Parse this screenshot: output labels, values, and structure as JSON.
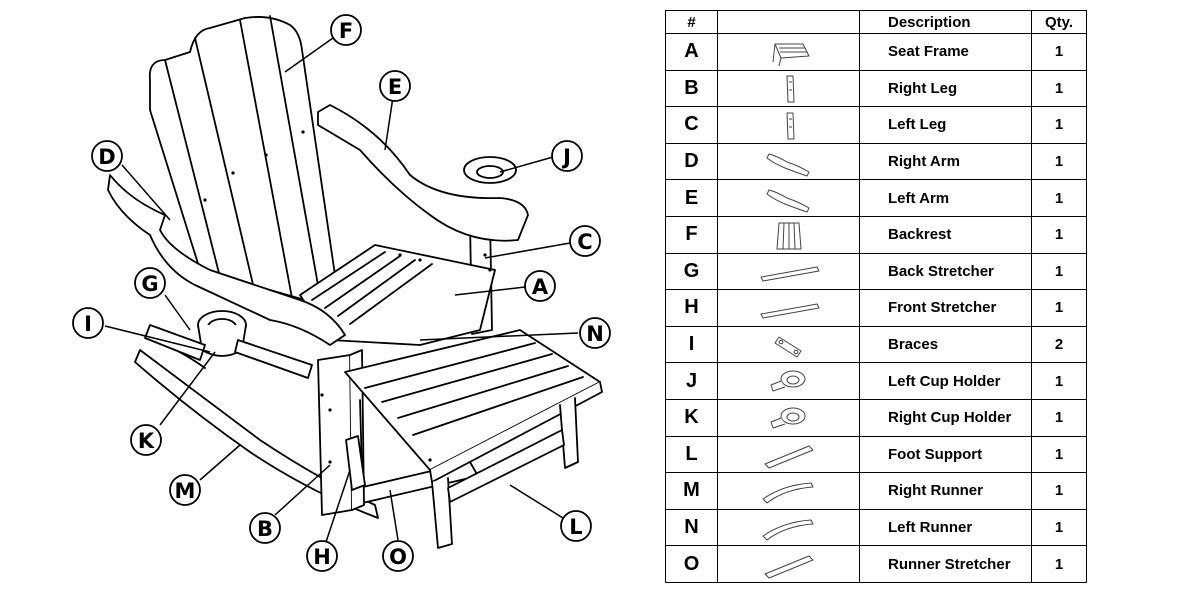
{
  "diagram": {
    "callouts": [
      {
        "id": "F",
        "label": "F"
      },
      {
        "id": "E",
        "label": "E"
      },
      {
        "id": "J",
        "label": "J"
      },
      {
        "id": "D",
        "label": "D"
      },
      {
        "id": "C",
        "label": "C"
      },
      {
        "id": "G",
        "label": "G"
      },
      {
        "id": "A",
        "label": "A"
      },
      {
        "id": "I",
        "label": "I"
      },
      {
        "id": "N",
        "label": "N"
      },
      {
        "id": "K",
        "label": "K"
      },
      {
        "id": "M",
        "label": "M"
      },
      {
        "id": "B",
        "label": "B"
      },
      {
        "id": "H",
        "label": "H"
      },
      {
        "id": "O",
        "label": "O"
      },
      {
        "id": "L",
        "label": "L"
      }
    ]
  },
  "table": {
    "headers": {
      "id": "#",
      "icon": "",
      "description": "Description",
      "qty": "Qty."
    },
    "rows": [
      {
        "id": "A",
        "description": "Seat Frame",
        "qty": "1",
        "icon": "seat-frame-icon"
      },
      {
        "id": "B",
        "description": "Right Leg",
        "qty": "1",
        "icon": "leg-icon"
      },
      {
        "id": "C",
        "description": "Left Leg",
        "qty": "1",
        "icon": "leg-icon"
      },
      {
        "id": "D",
        "description": "Right Arm",
        "qty": "1",
        "icon": "arm-icon"
      },
      {
        "id": "E",
        "description": "Left Arm",
        "qty": "1",
        "icon": "arm-icon"
      },
      {
        "id": "F",
        "description": "Backrest",
        "qty": "1",
        "icon": "backrest-icon"
      },
      {
        "id": "G",
        "description": "Back Stretcher",
        "qty": "1",
        "icon": "stretcher-icon"
      },
      {
        "id": "H",
        "description": "Front Stretcher",
        "qty": "1",
        "icon": "stretcher-icon"
      },
      {
        "id": "I",
        "description": "Braces",
        "qty": "2",
        "icon": "brace-icon"
      },
      {
        "id": "J",
        "description": "Left Cup Holder",
        "qty": "1",
        "icon": "cup-holder-icon"
      },
      {
        "id": "K",
        "description": "Right Cup Holder",
        "qty": "1",
        "icon": "cup-holder-icon"
      },
      {
        "id": "L",
        "description": "Foot Support",
        "qty": "1",
        "icon": "bar-icon"
      },
      {
        "id": "M",
        "description": "Right Runner",
        "qty": "1",
        "icon": "runner-icon"
      },
      {
        "id": "N",
        "description": "Left Runner",
        "qty": "1",
        "icon": "runner-icon"
      },
      {
        "id": "O",
        "description": "Runner Stretcher",
        "qty": "1",
        "icon": "bar-icon"
      }
    ]
  }
}
